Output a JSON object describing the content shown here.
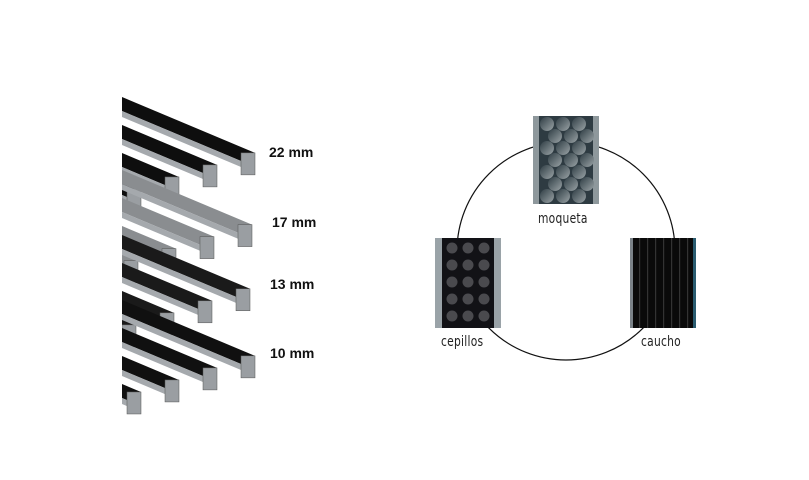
{
  "thickness_labels": [
    "22 mm",
    "17 mm",
    "13 mm",
    "10 mm"
  ],
  "materials": {
    "top": "moqueta",
    "left": "cepillos",
    "right": "caucho"
  },
  "colors": {
    "rubber": "#0d0d0d",
    "aluminium": "#a9adb1",
    "carpet": "#5d6b72",
    "brush_dots": "#4a4a4e",
    "ring": "#111111"
  }
}
